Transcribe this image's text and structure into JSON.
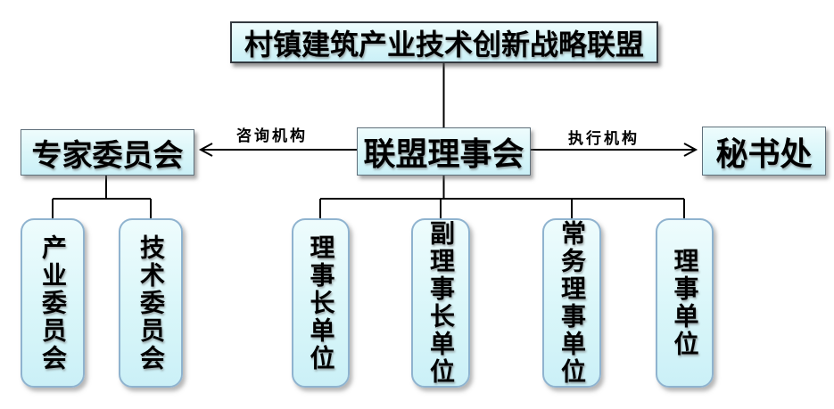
{
  "diagram": {
    "root": {
      "label": "村镇建筑产业技术创新战略联盟"
    },
    "council": {
      "label": "联盟理事会"
    },
    "expert": {
      "label": "专家委员会",
      "edge_label": "咨询机构"
    },
    "secretariat": {
      "label": "秘书处",
      "edge_label": "执行机构"
    },
    "expert_children": [
      {
        "label": "产业委员会"
      },
      {
        "label": "技术委员会"
      }
    ],
    "council_children": [
      {
        "label": "理事长单位"
      },
      {
        "label": "副理事长单位"
      },
      {
        "label": "常务理事单位"
      },
      {
        "label": "理事单位"
      }
    ]
  },
  "colors": {
    "background": "#ffffff",
    "box_fill_top": "#eefcfd",
    "box_fill_bottom": "#cbf0f7",
    "rect_border": "#5f6f7a",
    "title_border": "#33393f",
    "rounded_border": "#8fb3cf",
    "connector": "#000000",
    "text": "#000000"
  }
}
